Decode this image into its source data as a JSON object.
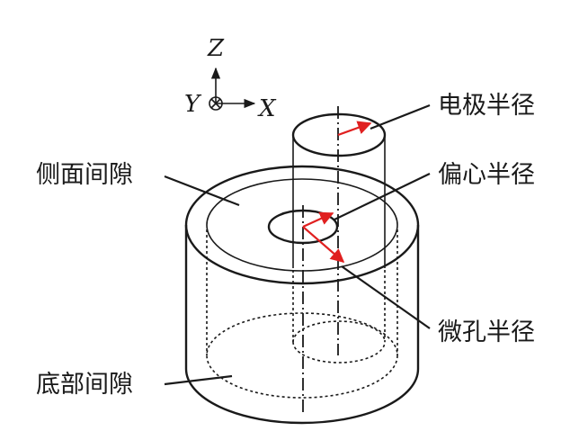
{
  "axes": {
    "z": "Z",
    "y": "Y",
    "x": "X"
  },
  "labels": {
    "electrode_radius": "电极半径",
    "eccentric_radius": "偏心半径",
    "hole_radius": "微孔半径",
    "side_gap": "侧面间隙",
    "bottom_gap": "底部间隙"
  },
  "colors": {
    "radius_arrows": "#e02020",
    "lines": "#1a1a1a"
  }
}
